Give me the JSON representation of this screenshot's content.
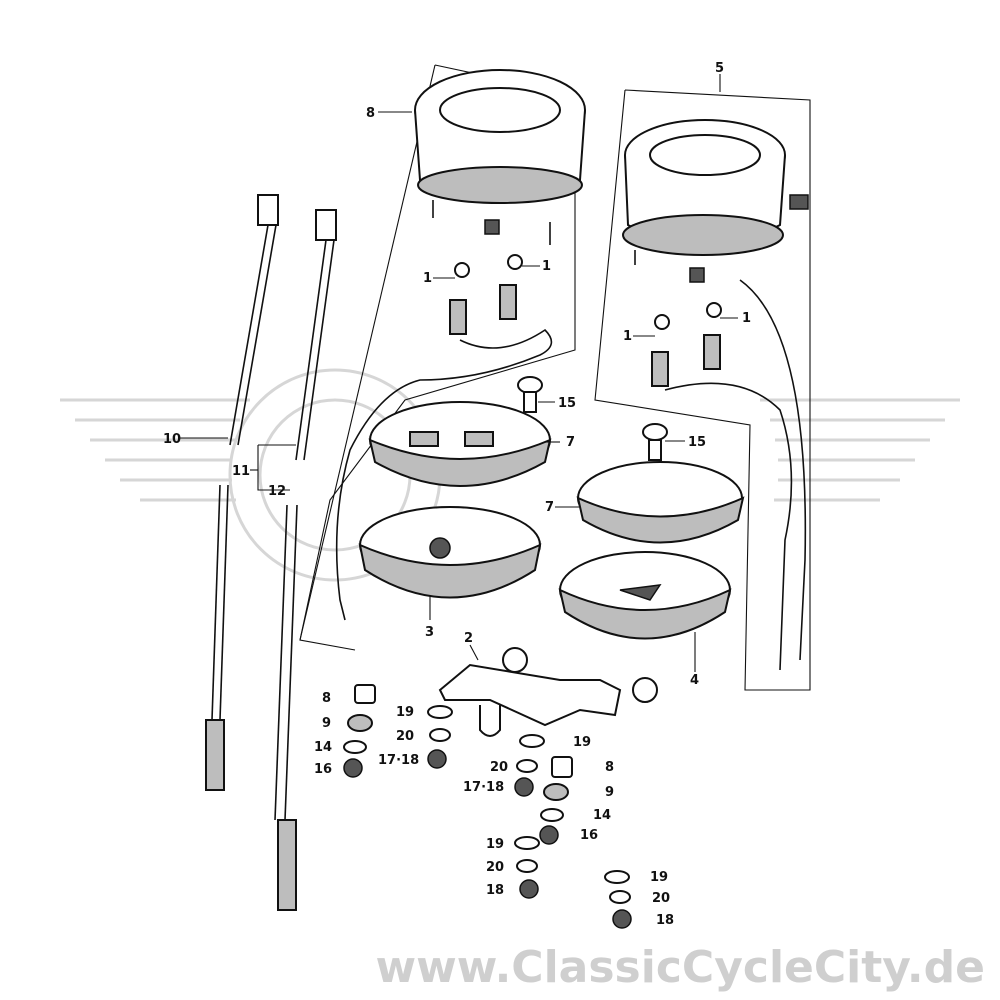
{
  "watermark": {
    "text": "www.ClassicCycleCity.de"
  },
  "callouts": [
    {
      "id": "c8top",
      "text": "8"
    },
    {
      "id": "c5",
      "text": "5"
    },
    {
      "id": "c1a",
      "text": "1"
    },
    {
      "id": "c1b",
      "text": "1"
    },
    {
      "id": "c1c",
      "text": "1"
    },
    {
      "id": "c1d",
      "text": "1"
    },
    {
      "id": "c15a",
      "text": "15"
    },
    {
      "id": "c15b",
      "text": "15"
    },
    {
      "id": "c7a",
      "text": "7"
    },
    {
      "id": "c7b",
      "text": "7"
    },
    {
      "id": "c10",
      "text": "10"
    },
    {
      "id": "c11",
      "text": "11"
    },
    {
      "id": "c12",
      "text": "12"
    },
    {
      "id": "c3",
      "text": "3"
    },
    {
      "id": "c2",
      "text": "2"
    },
    {
      "id": "c4",
      "text": "4"
    },
    {
      "id": "c8a",
      "text": "8"
    },
    {
      "id": "c9a",
      "text": "9"
    },
    {
      "id": "c14a",
      "text": "14"
    },
    {
      "id": "c16a",
      "text": "16"
    },
    {
      "id": "c19a",
      "text": "19"
    },
    {
      "id": "c20a",
      "text": "20"
    },
    {
      "id": "c1718a",
      "text": "17·18"
    },
    {
      "id": "c19b",
      "text": "19"
    },
    {
      "id": "c20b",
      "text": "20"
    },
    {
      "id": "c8b",
      "text": "8"
    },
    {
      "id": "c1718b",
      "text": "17·18"
    },
    {
      "id": "c9b",
      "text": "9"
    },
    {
      "id": "c14b",
      "text": "14"
    },
    {
      "id": "c16b",
      "text": "16"
    },
    {
      "id": "c19c",
      "text": "19"
    },
    {
      "id": "c20c",
      "text": "20"
    },
    {
      "id": "c18a",
      "text": "18"
    },
    {
      "id": "c19d",
      "text": "19"
    },
    {
      "id": "c20d",
      "text": "20"
    },
    {
      "id": "c18b",
      "text": "18"
    }
  ]
}
